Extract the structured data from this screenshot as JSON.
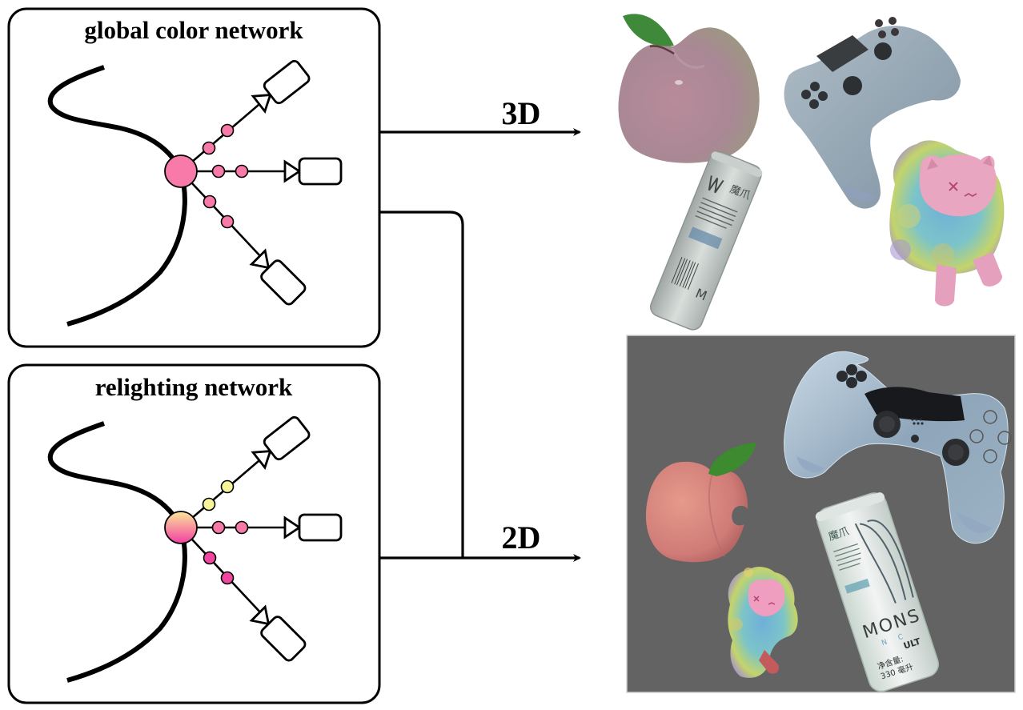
{
  "figure": {
    "panels": [
      {
        "id": "global",
        "title": "global color network",
        "node_style": "solid",
        "colors": {
          "center": "#f87aa8",
          "ray_upper": "#f87aa8",
          "ray_middle": "#f87aa8",
          "ray_lower": "#f87aa8"
        }
      },
      {
        "id": "relight",
        "title": "relighting network",
        "node_style": "gradient",
        "colors": {
          "center_top": "#fbe79a",
          "center_bottom": "#f23ea2",
          "ray_upper": "#f7f39a",
          "ray_middle": "#f57aa8",
          "ray_lower": "#ef46a0"
        }
      }
    ],
    "outputs": {
      "top_label": "3D",
      "bottom_label": "2D"
    },
    "renders": {
      "three_d": {
        "background": "#ffffff",
        "objects": [
          "peach",
          "game-controller",
          "energy-drink-can",
          "plush-bear"
        ]
      },
      "two_d": {
        "background": "#636363",
        "objects": [
          "game-controller",
          "peach",
          "energy-drink-can",
          "plush-bear"
        ],
        "can_text": {
          "brand": "MONS",
          "line2": "N  C",
          "line3": "ULT",
          "volume_label": "净含量:",
          "volume_value": "330 毫升",
          "chinese_brand": "魔爪"
        }
      }
    },
    "three_d_can_text": {
      "chinese_brand": "魔爪",
      "brand_partial": "M"
    }
  }
}
